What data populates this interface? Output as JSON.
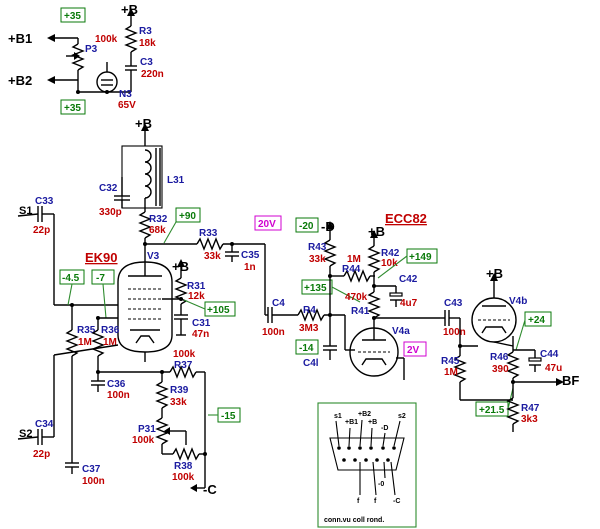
{
  "supply": {
    "plus_b": "+B",
    "b1": "+B1",
    "b2": "+B2",
    "v35a": "+35",
    "v35b": "+35",
    "p3_name": "P3",
    "p3_val": "100k",
    "r3_name": "R3",
    "r3_val": "18k",
    "c3_name": "C3",
    "c3_val": "220n",
    "n3_name": "N3",
    "n3_val": "65V"
  },
  "stage1": {
    "b_label": "+B",
    "l31": "L31",
    "c32_name": "C32",
    "c32_val": "330p",
    "r32_name": "R32",
    "r32_val": "68k",
    "v90": "+90",
    "s1": "S1",
    "c33_name": "C33",
    "c33_val": "22p",
    "tube_type": "EK90",
    "v3": "V3",
    "r31_b": "+B",
    "r31_name": "R31",
    "r31_val": "12k",
    "v105": "+105",
    "c31_name": "C31",
    "c31_val": "47n",
    "vm45": "-4.5",
    "vm7": "-7",
    "r35_name": "R35",
    "r35_val": "1M",
    "r36_name": "R36",
    "r36_val": "1M",
    "r33_name": "R33",
    "r33_val": "33k",
    "c35_name": "C35",
    "c35_val": "1n",
    "v20": "20V",
    "c36_name": "C36",
    "c36_val": "100n",
    "r37_name": "R37",
    "r37_val": "100k",
    "r39_name": "R39",
    "r39_val": "33k",
    "p31_name": "P31",
    "p31_val": "100k",
    "vm15": "-15",
    "r38_name": "R38",
    "r38_val": "100k",
    "minus_c": "-C",
    "s2": "S2",
    "c34_name": "C34",
    "c34_val": "22p",
    "c37_name": "C37",
    "c37_val": "100n"
  },
  "stage2": {
    "tube_type": "ECC82",
    "vm20": "-20",
    "minus_d": "-D",
    "plus_b": "+B",
    "r43_name": "R43",
    "r43_val": "33k",
    "r_1m": "1M",
    "r44_name": "R44",
    "r42_name": "R42",
    "r42_val": "10k",
    "v149": "+149",
    "c42_name": "C42",
    "c42_val": "4u7",
    "v135": "+135",
    "r41_val": "470k",
    "r41_name": "R41",
    "c4_name": "C4",
    "c4_val": "100n",
    "r4_name": "R4",
    "r4_val": "3M3",
    "v4a": "V4a",
    "vm14": "-14",
    "c41_name": "C4l",
    "v2": "2V",
    "c43_name": "C43",
    "c43_val": "100n",
    "b_v4b": "+B",
    "v4b": "V4b",
    "v24": "+24",
    "r45_name": "R45",
    "r45_val": "1M",
    "r46_name": "R46",
    "r46_val": "390",
    "c44_name": "C44",
    "c44_val": "47u",
    "bf": "BF",
    "v215": "+21.5",
    "r47_name": "R47",
    "r47_val": "3k3"
  },
  "connector": {
    "s1": "s1",
    "b1": "+B1",
    "b2": "+B2",
    "b": "+B",
    "minus_d": "-D",
    "s2": "s2",
    "f1": "f",
    "f2": "f",
    "zero": "-0",
    "minus_c": "-C",
    "pin_labels": "conn.vu  coll  rond."
  }
}
